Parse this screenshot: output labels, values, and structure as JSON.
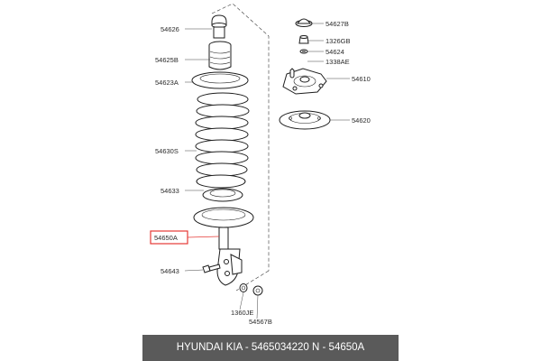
{
  "diagram": {
    "part_labels": {
      "p54626": "54626",
      "p54625B": "54625B",
      "p54623A": "54623A",
      "p54630S": "54630S",
      "p54633": "54633",
      "p54650A": "54650A",
      "p54643": "54643",
      "p1360JE": "1360JE",
      "p54567B": "54567B",
      "p54627B": "54627B",
      "p1326GB": "1326GB",
      "p54624": "54624",
      "p1338AE": "1338AE",
      "p54610": "54610",
      "p54620": "54620"
    },
    "highlight_color": "#e53935"
  },
  "footer": {
    "text": "HYUNDAI  KIA - 5465034220     N - 54650A"
  }
}
